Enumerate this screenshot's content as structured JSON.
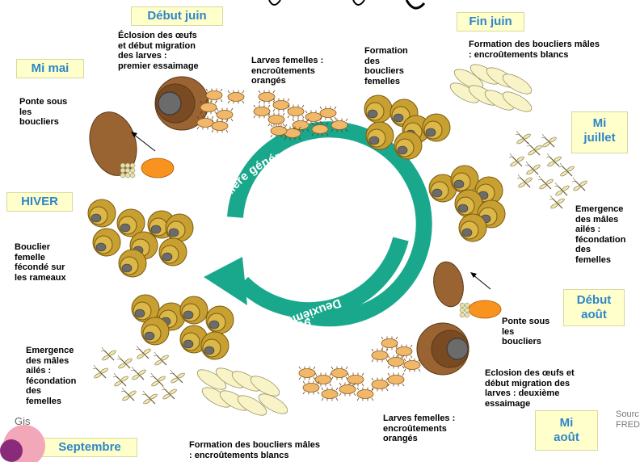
{
  "periods": {
    "debut_juin": "Début juin",
    "fin_juin": "Fin juin",
    "mi_mai": "Mi mai",
    "mi_juillet_1": "Mi",
    "mi_juillet_2": "juillet",
    "hiver": "HIVER",
    "debut_aout_1": "Début",
    "debut_aout_2": "août",
    "mi_aout_1": "Mi",
    "mi_aout_2": "août",
    "septembre": "Septembre"
  },
  "labels": {
    "eclosion_1": [
      "Éclosion des œufs",
      "et début migration",
      "des larves :",
      "premier essaimage"
    ],
    "larves_fem_1": [
      "Larves femelles :",
      "encroûtements",
      "orangés"
    ],
    "formation_fem": [
      "Formation",
      "des",
      "boucliers",
      "femelles"
    ],
    "formation_males_1": [
      "Formation des boucliers mâles",
      ": encroûtements blancs"
    ],
    "ponte_1": [
      "Ponte sous",
      "les",
      "boucliers"
    ],
    "emergence_1": [
      "Emergence",
      "des  mâles",
      "ailés :",
      "fécondation",
      "des",
      "femelles"
    ],
    "bouclier_hiver": [
      "Bouclier",
      "femelle",
      "fécondé  sur",
      "les rameaux"
    ],
    "ponte_2": [
      "Ponte sous",
      "les",
      "boucliers"
    ],
    "eclosion_2": [
      "Eclosion des œufs et",
      "début migration des",
      "larves : deuxième",
      "essaimage"
    ],
    "larves_fem_2": [
      "Larves femelles :",
      "encroûtements",
      "orangés"
    ],
    "formation_males_2": [
      "Formation des boucliers mâles",
      ": encroûtements blancs"
    ],
    "emergence_2": [
      "Emergence",
      "des  mâles",
      "ailés :",
      "fécondation",
      "des",
      "femelles"
    ]
  },
  "cycle": {
    "gen1": "Première génération",
    "gen2a": "Deuxième",
    "gen2b": "génération",
    "arrow_color": "#1aa88c"
  },
  "source": [
    "Sourc",
    "FRED"
  ],
  "logo": "Gis",
  "colors": {
    "tag_bg": "#ffffcc",
    "tag_text": "#2e86c8",
    "shield_gold": "#c8a032",
    "egg_brown": "#9a6432",
    "larva_orange": "#f2b86a",
    "male_cream": "#f8f4c8"
  }
}
